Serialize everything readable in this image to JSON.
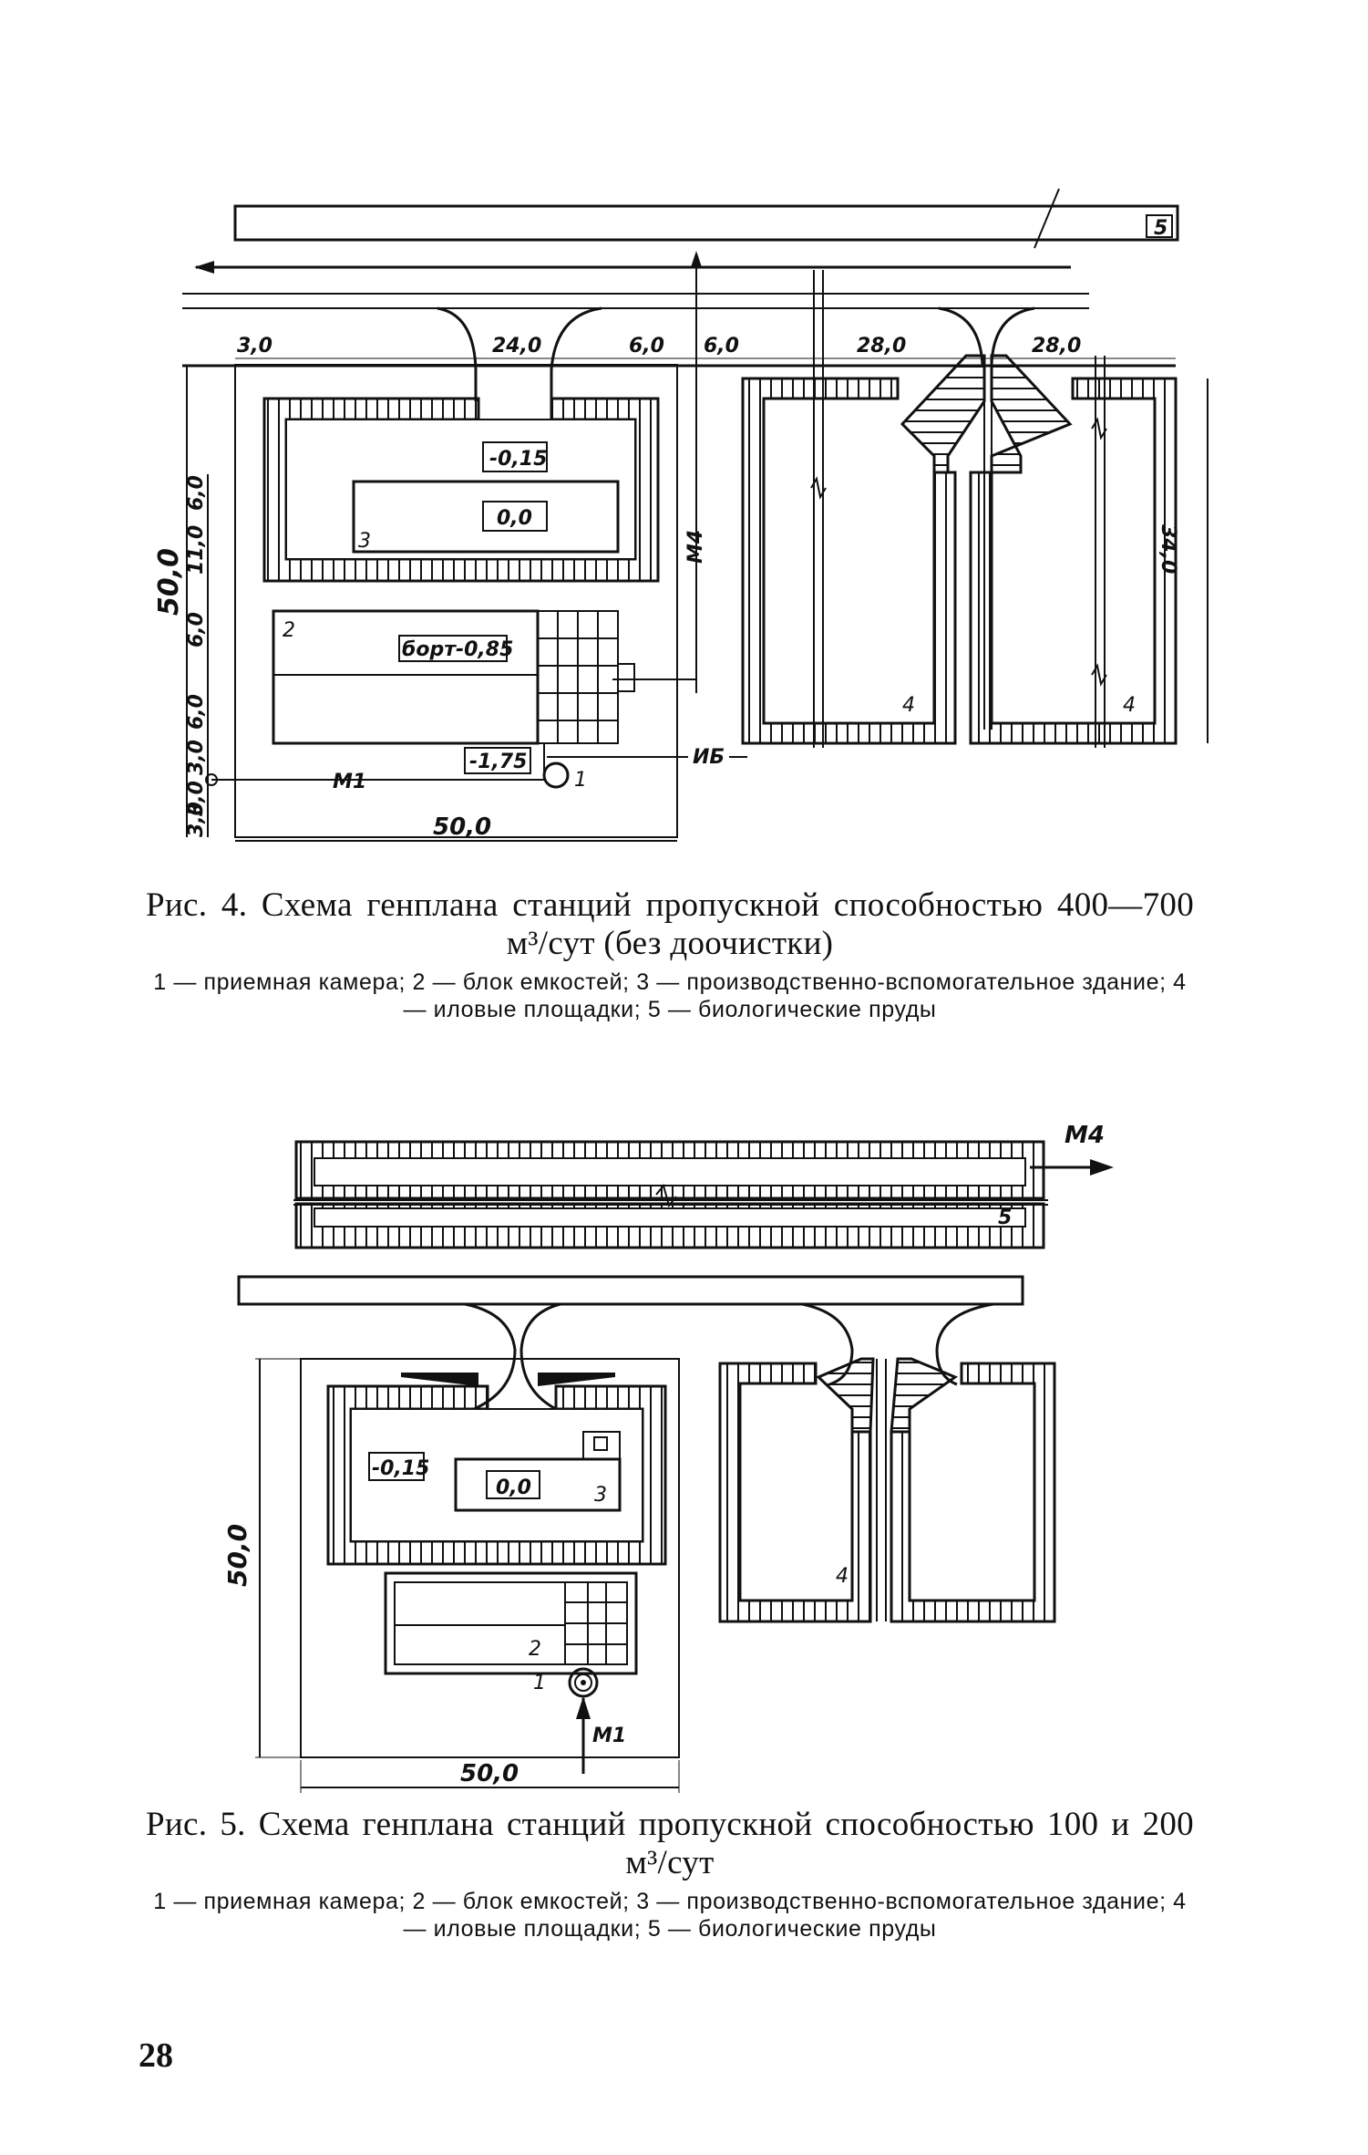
{
  "figure4": {
    "labels": {
      "bio_ponds_num": "5",
      "m4_line": "М4",
      "ib_line": "ИБ",
      "m1_line": "М1",
      "chamber_num": "1",
      "tanks_num": "2",
      "building_num": "3",
      "sludge_left_num": "4",
      "sludge_right_num": "4",
      "elev_yard": "-0,15",
      "elev_building": "0,0",
      "elev_board": "борт-0,85",
      "elev_chamber": "-1,75"
    },
    "dims": {
      "top_a": "3,0",
      "top_b": "24,0",
      "top_c": "6,0",
      "top_d": "6,0",
      "top_e": "28,0",
      "top_f": "28,0",
      "total_height": "50,0",
      "left_1": "6,0",
      "left_2": "11,0",
      "left_3": "6,0",
      "left_4": "6,0",
      "left_5": "3,0",
      "left_6": "3,0",
      "left_bottom": "3,0",
      "right_height": "34,0",
      "bottom_width": "50,0"
    },
    "caption": "Рис. 4. Схема генплана станций пропускной способностью 400—700 м³/сут (без доочистки)",
    "legend": "1 — приемная камера; 2 — блок емкостей; 3 — производственно-вспомогательное здание; 4 — иловые площадки; 5 — биологические пруды"
  },
  "figure5": {
    "labels": {
      "m4_line": "М4",
      "m1_line": "М1",
      "bio_ponds_num": "5",
      "chamber_num": "1",
      "tanks_num": "2",
      "building_num": "3",
      "sludge_num": "4",
      "elev_yard": "-0,15",
      "elev_building": "0,0"
    },
    "dims": {
      "height": "50,0",
      "width": "50,0"
    },
    "caption": "Рис. 5. Схема генплана станций пропускной способностью 100 и 200 м³/сут",
    "legend": "1 — приемная камера; 2 — блок емкостей; 3 — производственно-вспомогательное здание; 4 — иловые площадки; 5 — биологические пруды"
  },
  "page_number": "28"
}
